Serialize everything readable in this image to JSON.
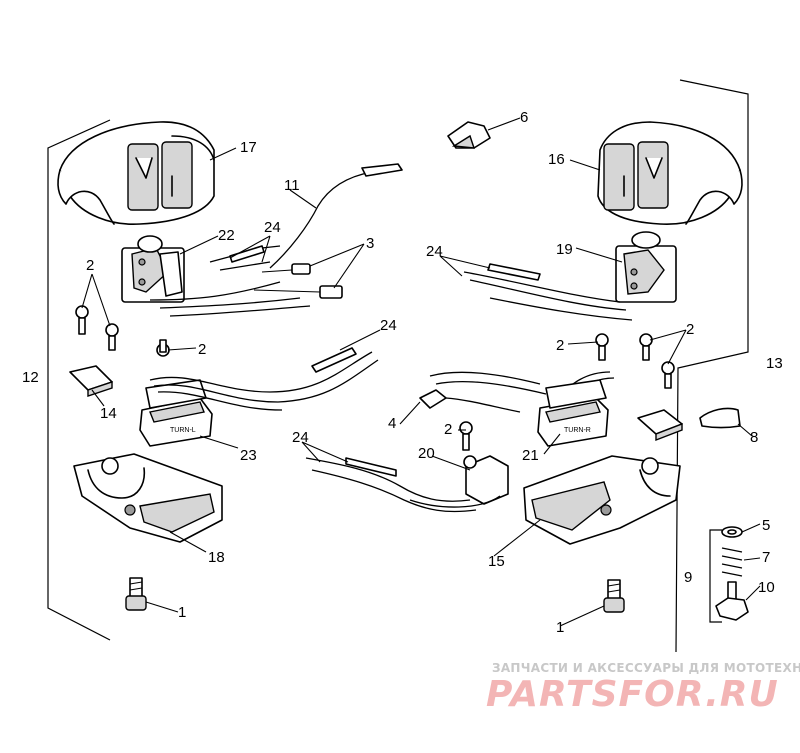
{
  "callouts": {
    "c1_left": "1",
    "c1_right": "1",
    "c2_a": "2",
    "c2_b": "2",
    "c2_c": "2",
    "c2_d": "2",
    "c2_e": "2",
    "c3": "3",
    "c4": "4",
    "c5": "5",
    "c6": "6",
    "c7": "7",
    "c8": "8",
    "c9": "9",
    "c10": "10",
    "c11": "11",
    "c12": "12",
    "c13": "13",
    "c14": "14",
    "c15": "15",
    "c16": "16",
    "c17": "17",
    "c18": "18",
    "c19": "19",
    "c20": "20",
    "c21": "21",
    "c22": "22",
    "c23": "23",
    "c24_a": "24",
    "c24_b": "24",
    "c24_c": "24",
    "c24_d": "24"
  },
  "switch_marks": {
    "left": "TURN-L",
    "right": "TURN-R"
  },
  "watermark": {
    "tagline": "ЗАПЧАСТИ И АКСЕССУАРЫ ДЛЯ МОТОТЕХНИКИ",
    "logo": "PARTSFOR.RU"
  }
}
